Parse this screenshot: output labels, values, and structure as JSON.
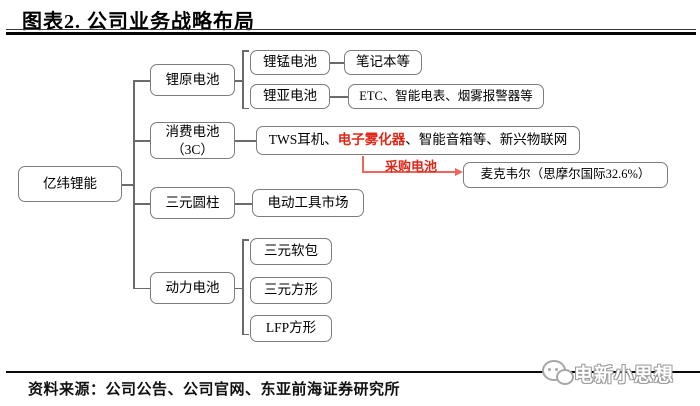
{
  "title": "图表2. 公司业务战略布局",
  "source": "资料来源：公司公告、公司官网、东亚前海证券研究所",
  "watermark": {
    "name": "电新小思想",
    "icon": "wechat-icon"
  },
  "colors": {
    "red_text": "#e02818",
    "red_arrow": "#ef655c",
    "box_border": "#7d7d7d",
    "connector": "#6b6b6b",
    "rule": "#000000"
  },
  "nodes": {
    "root": "亿纬锂能",
    "li_primary": "锂原电池",
    "li_mn": "锂锰电池",
    "li_mn_app": "笔记本等",
    "li_socl2": "锂亚电池",
    "li_socl2_app": "ETC、智能电表、烟雾报警器等",
    "consumer_line1": "消费电池",
    "consumer_line2": "（3C）",
    "consumer_app_prefix": "TWS耳机、",
    "consumer_app_red": "电子雾化器",
    "consumer_app_suffix": "、智能音箱等、新兴物联网",
    "cylinder": "三元圆柱",
    "cylinder_app": "电动工具市场",
    "power": "动力电池",
    "power_pouch": "三元软包",
    "power_prismatic": "三元方形",
    "power_lfp": "LFP方形",
    "purchase_label": "采购电池",
    "purchase_target": "麦克韦尔（思摩尔国际32.6%）"
  }
}
